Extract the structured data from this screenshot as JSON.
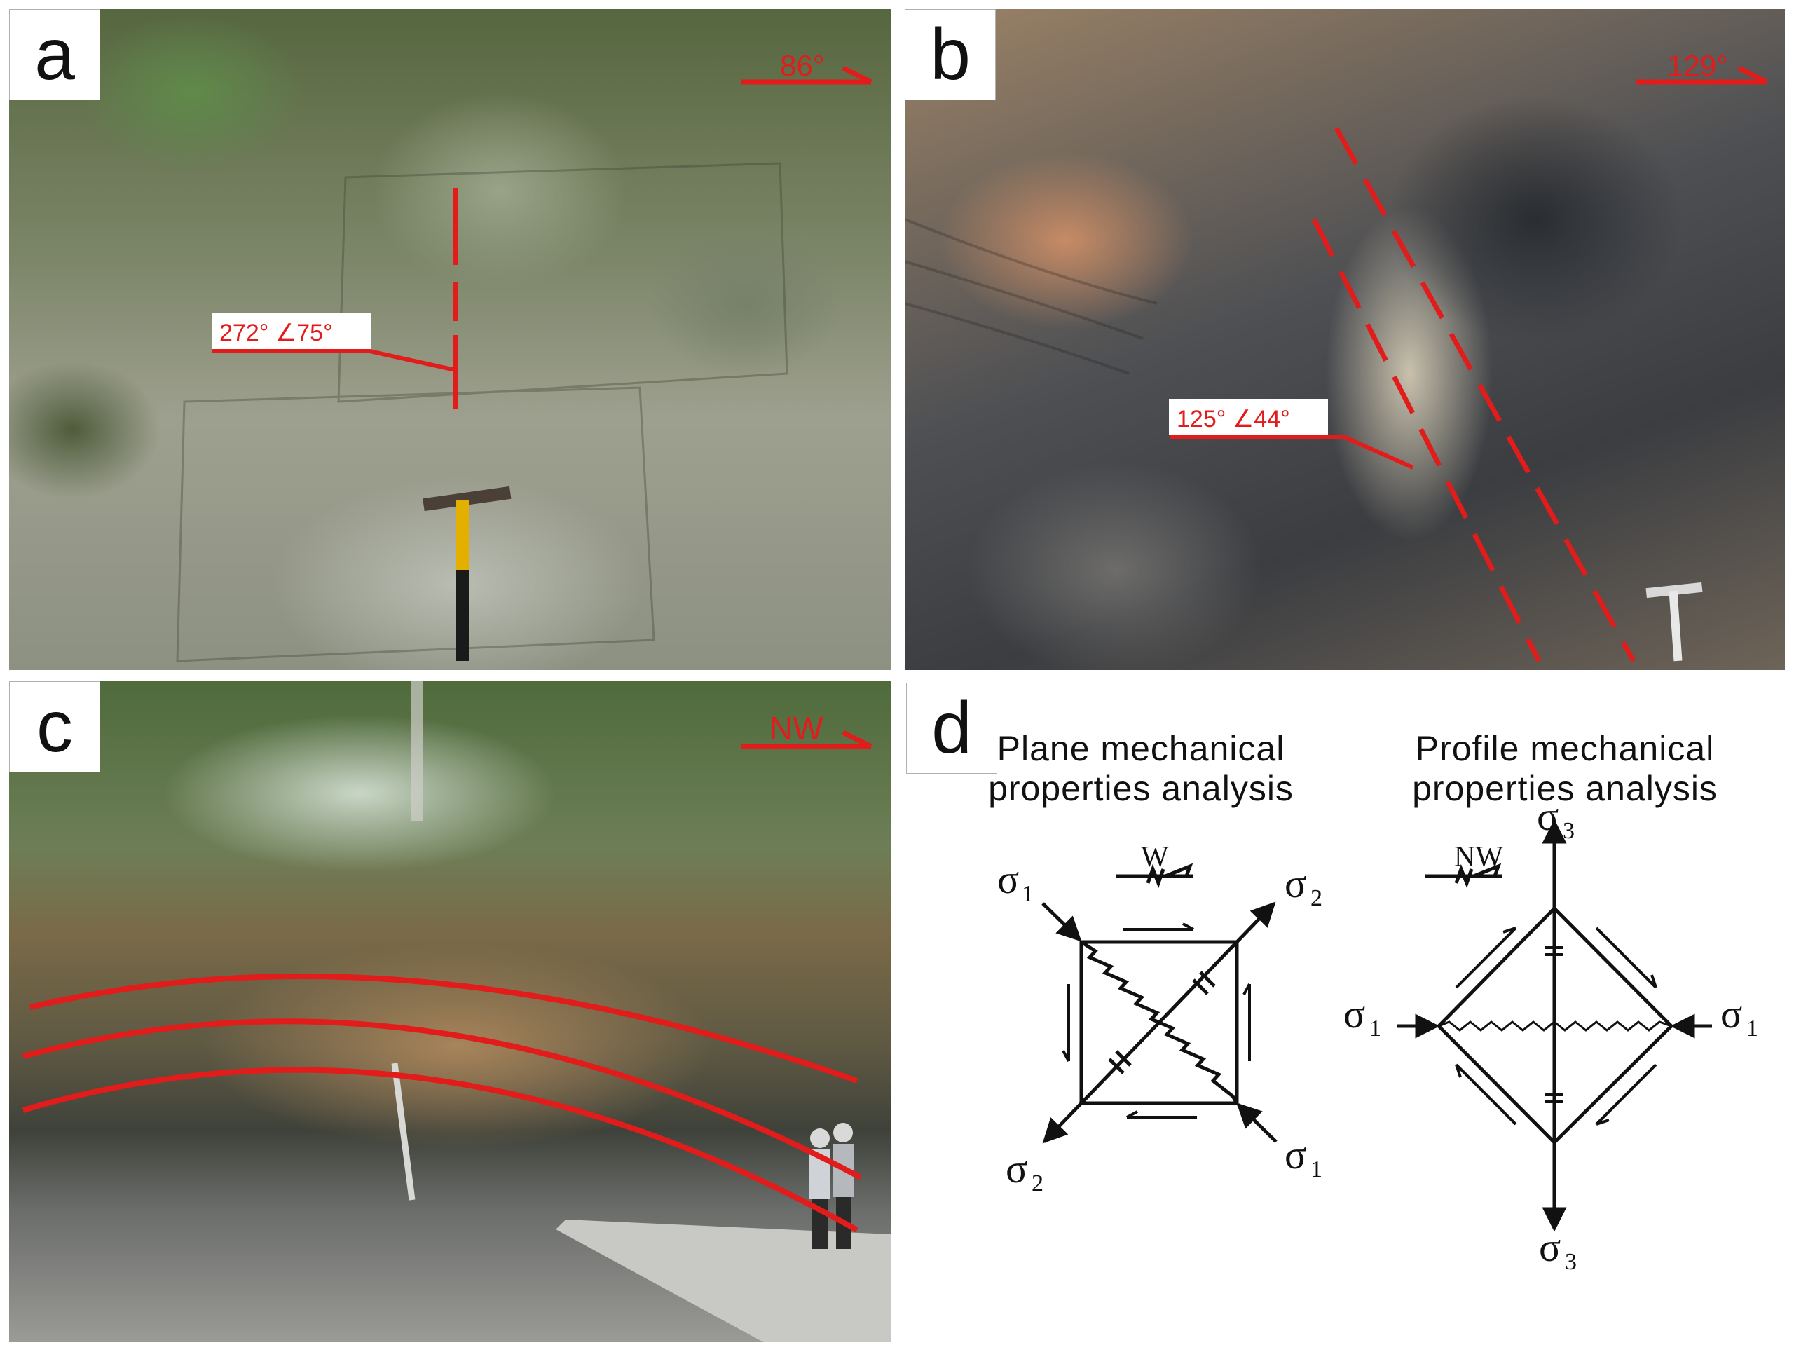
{
  "panels": {
    "a": {
      "label": "a",
      "direction": "86°",
      "attitude": "272° ∠75°"
    },
    "b": {
      "label": "b",
      "direction": "129°",
      "attitude": "125° ∠44°"
    },
    "c": {
      "label": "c",
      "direction": "NW"
    },
    "d": {
      "label": "d",
      "plane": {
        "title_line1": "Plane mechanical",
        "title_line2": "properties analysis",
        "direction": "W",
        "sigma_top_left": "σ",
        "sigma_top_left_sub": "1",
        "sigma_top_right": "σ",
        "sigma_top_right_sub": "2",
        "sigma_bottom_left": "σ",
        "sigma_bottom_left_sub": "2",
        "sigma_bottom_right": "σ",
        "sigma_bottom_right_sub": "1"
      },
      "profile": {
        "title_line1": "Profile mechanical",
        "title_line2": "properties analysis",
        "direction": "NW",
        "sigma_top": "σ",
        "sigma_top_sub": "3",
        "sigma_left": "σ",
        "sigma_left_sub": "1",
        "sigma_right": "σ",
        "sigma_right_sub": "1",
        "sigma_bottom": "σ",
        "sigma_bottom_sub": "3"
      }
    }
  },
  "colors": {
    "annotation_red": "#e21b1b",
    "diagram_ink": "#111111"
  }
}
